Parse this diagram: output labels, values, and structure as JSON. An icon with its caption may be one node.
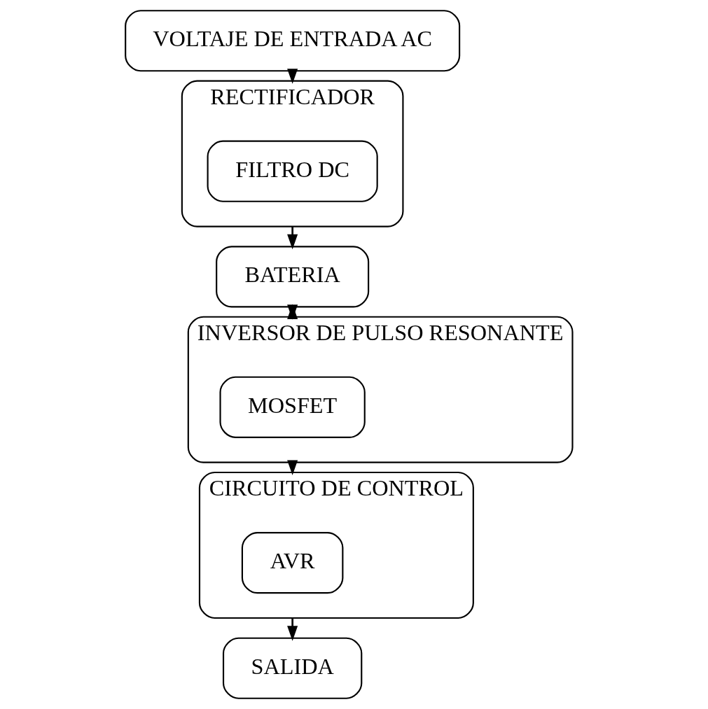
{
  "diagram": {
    "nodes": [
      {
        "text": [
          "VOLTAJE DE ENTRADA AC"
        ]
      },
      {
        "text": [
          "RECTIFICADOR"
        ]
      },
      {
        "text": [
          "FILTRO DC"
        ],
        "in": 1
      },
      {
        "text": [
          "BATERIA"
        ]
      },
      {
        "text": [
          "INVERSOR DE PULSO RESONANTE"
        ]
      },
      {
        "text": [
          "MOSFET"
        ],
        "in": 4
      },
      {
        "text": [
          "CIRCUITO DE CONTROL"
        ]
      },
      {
        "text": [
          "AVR"
        ],
        "in": 6
      },
      {
        "text": [
          "SALIDA"
        ]
      }
    ],
    "edges": [
      {
        "from": 0,
        "to": 1,
        "arrow": "to"
      },
      {
        "from": 1,
        "to": 3,
        "arrow": "to"
      },
      {
        "from": 3,
        "to": 4,
        "arrow": "both"
      },
      {
        "from": 4,
        "to": 6,
        "arrow": "to"
      },
      {
        "from": 6,
        "to": 8,
        "arrow": "to"
      }
    ]
  }
}
